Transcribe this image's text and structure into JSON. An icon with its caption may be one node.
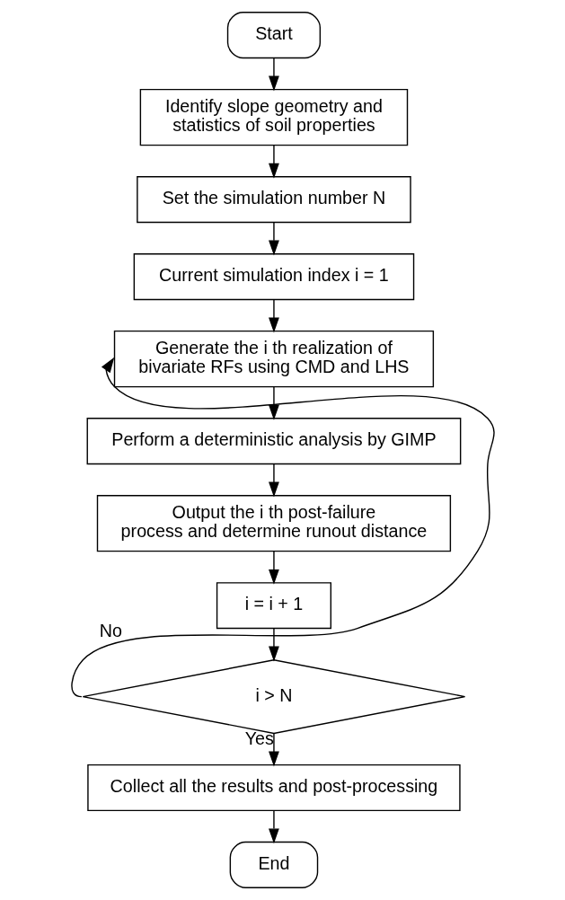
{
  "diagram": {
    "nodes": [
      {
        "text": [
          "Start"
        ]
      },
      {
        "text": [
          "Identify slope geometry and statistics of soil properties"
        ]
      },
      {
        "text": [
          "Set the simulation number N"
        ]
      },
      {
        "text": [
          "Current simulation index i = 1"
        ]
      },
      {
        "text": [
          "Generate the i th realization of bivariate RFs using CMD and LHS"
        ]
      },
      {
        "text": [
          "Perform a deterministic analysis by GIMP"
        ]
      },
      {
        "text": [
          "Output the i th post-failure process and determine runout distance"
        ]
      },
      {
        "text": [
          "i = i + 1"
        ]
      },
      {
        "text": [
          "i > N"
        ]
      },
      {
        "text": [
          "Collect all the results and post-processing"
        ]
      },
      {
        "text": [
          "End"
        ]
      }
    ],
    "edges": [
      {
        "from": 0,
        "to": 1,
        "arrow": "to"
      },
      {
        "from": 1,
        "to": 2,
        "arrow": "to"
      },
      {
        "from": 2,
        "to": 3,
        "arrow": "to"
      },
      {
        "from": 3,
        "to": 4,
        "arrow": "to"
      },
      {
        "from": 4,
        "to": 5,
        "arrow": "to"
      },
      {
        "from": 5,
        "to": 6,
        "arrow": "to"
      },
      {
        "from": 6,
        "to": 7,
        "arrow": "to"
      },
      {
        "from": 7,
        "to": 8,
        "arrow": "to"
      },
      {
        "from": 8,
        "to": 9,
        "arrow": "to",
        "label": "Yes"
      },
      {
        "from": 8,
        "to": 4,
        "arrow": "to",
        "label": "No"
      },
      {
        "from": 9,
        "to": 10,
        "arrow": "to"
      }
    ]
  }
}
